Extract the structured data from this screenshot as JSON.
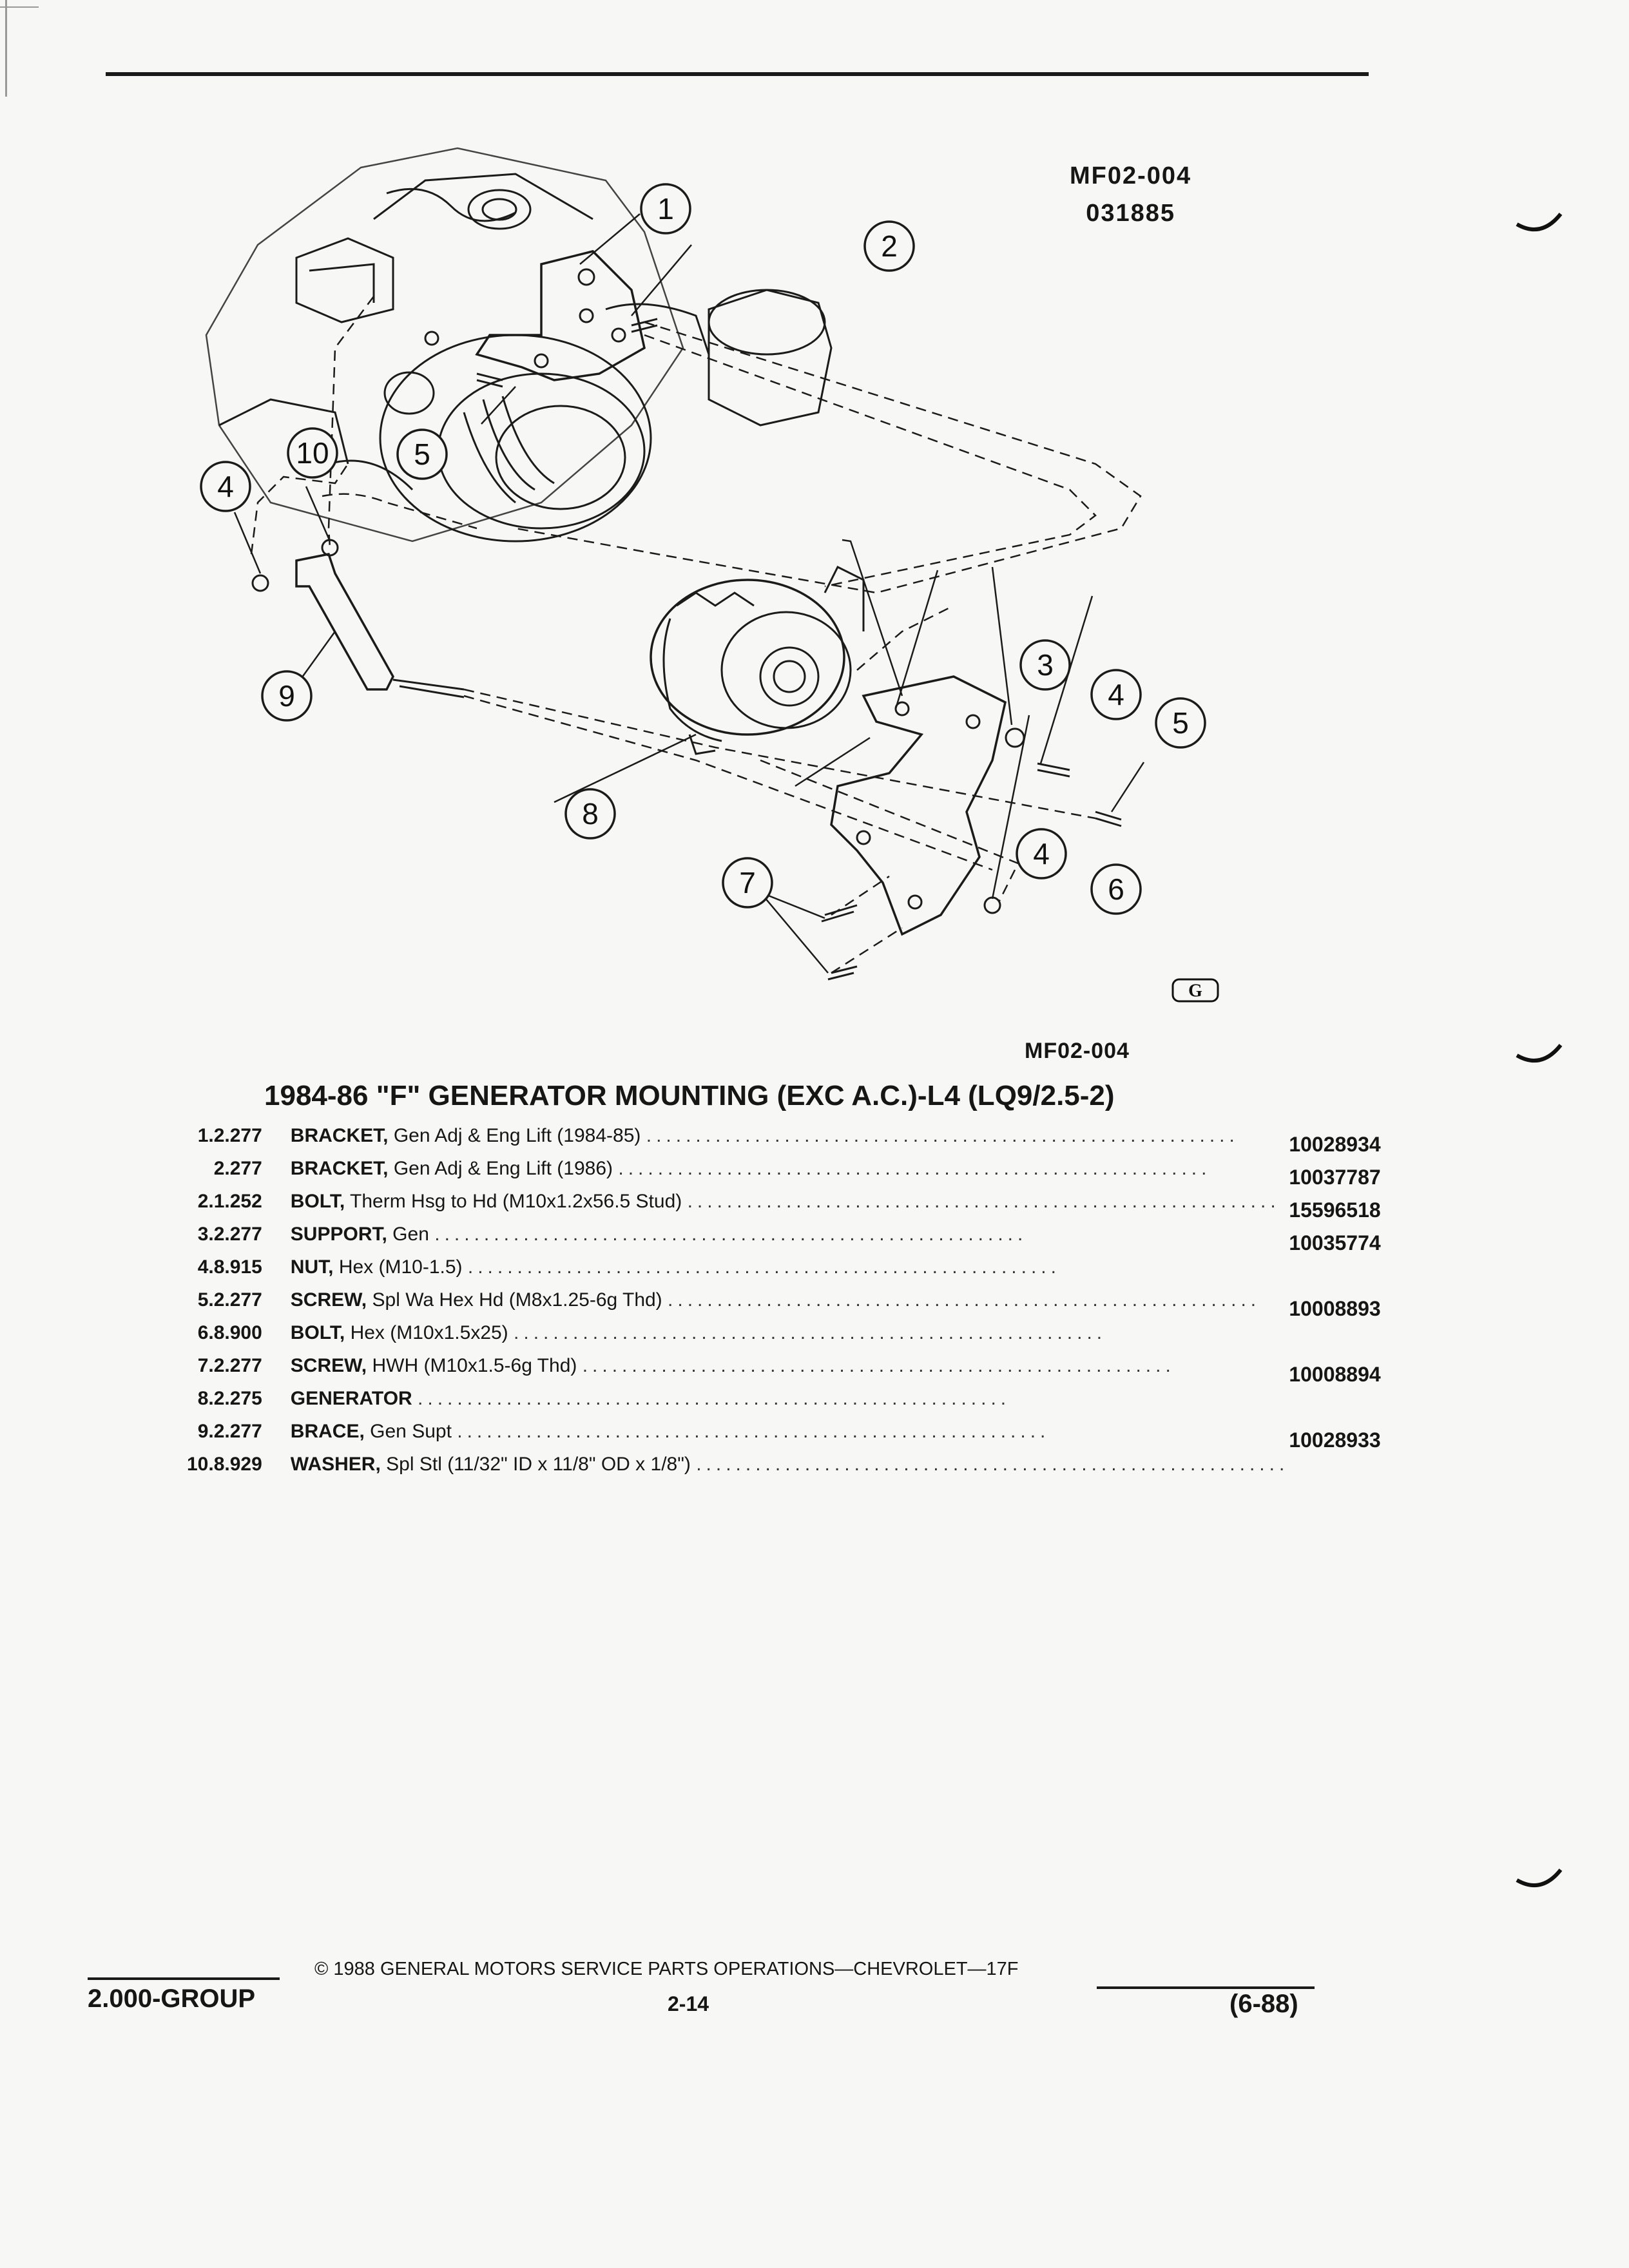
{
  "figure": {
    "codes": [
      "MF02-004",
      "031885"
    ],
    "ref": "MF02-004",
    "callouts": [
      "1",
      "2",
      "3",
      "4",
      "4",
      "4",
      "5",
      "5",
      "6",
      "7",
      "8",
      "9",
      "10"
    ],
    "logo_text": "G"
  },
  "heading": "1984-86 \"F\" GENERATOR MOUNTING (EXC A.C.)-L4 (LQ9/2.5-2)",
  "parts": [
    {
      "item": "1.",
      "group": "2.277",
      "name": "BRACKET,",
      "detail": "Gen Adj & Eng Lift (1984-85)",
      "part_no": "10028934"
    },
    {
      "item": "",
      "group": "2.277",
      "name": "BRACKET,",
      "detail": "Gen Adj & Eng Lift (1986)",
      "part_no": "10037787"
    },
    {
      "item": "2.",
      "group": "1.252",
      "name": "BOLT,",
      "detail": "Therm Hsg to Hd (M10x1.2x56.5 Stud)",
      "part_no": "15596518"
    },
    {
      "item": "3.",
      "group": "2.277",
      "name": "SUPPORT,",
      "detail": "Gen",
      "part_no": "10035774"
    },
    {
      "item": "4.",
      "group": "8.915",
      "name": "NUT,",
      "detail": "Hex (M10-1.5)",
      "part_no": ""
    },
    {
      "item": "5.",
      "group": "2.277",
      "name": "SCREW,",
      "detail": "Spl Wa Hex Hd (M8x1.25-6g Thd)",
      "part_no": "10008893"
    },
    {
      "item": "6.",
      "group": "8.900",
      "name": "BOLT,",
      "detail": "Hex (M10x1.5x25)",
      "part_no": ""
    },
    {
      "item": "7.",
      "group": "2.277",
      "name": "SCREW,",
      "detail": "HWH (M10x1.5-6g Thd)",
      "part_no": "10008894"
    },
    {
      "item": "8.",
      "group": "2.275",
      "name": "GENERATOR",
      "detail": "",
      "part_no": ""
    },
    {
      "item": "9.",
      "group": "2.277",
      "name": "BRACE,",
      "detail": "Gen Supt",
      "part_no": "10028933"
    },
    {
      "item": "10.",
      "group": "8.929",
      "name": "WASHER,",
      "detail": "Spl Stl (11/32\" ID x 11/8\" OD x 1/8\")",
      "part_no": ""
    }
  ],
  "footer": {
    "copyright": "© 1988 GENERAL MOTORS SERVICE PARTS OPERATIONS—CHEVROLET—17F",
    "group": "2.000-GROUP",
    "page": "2-14",
    "date": "(6-88)"
  }
}
